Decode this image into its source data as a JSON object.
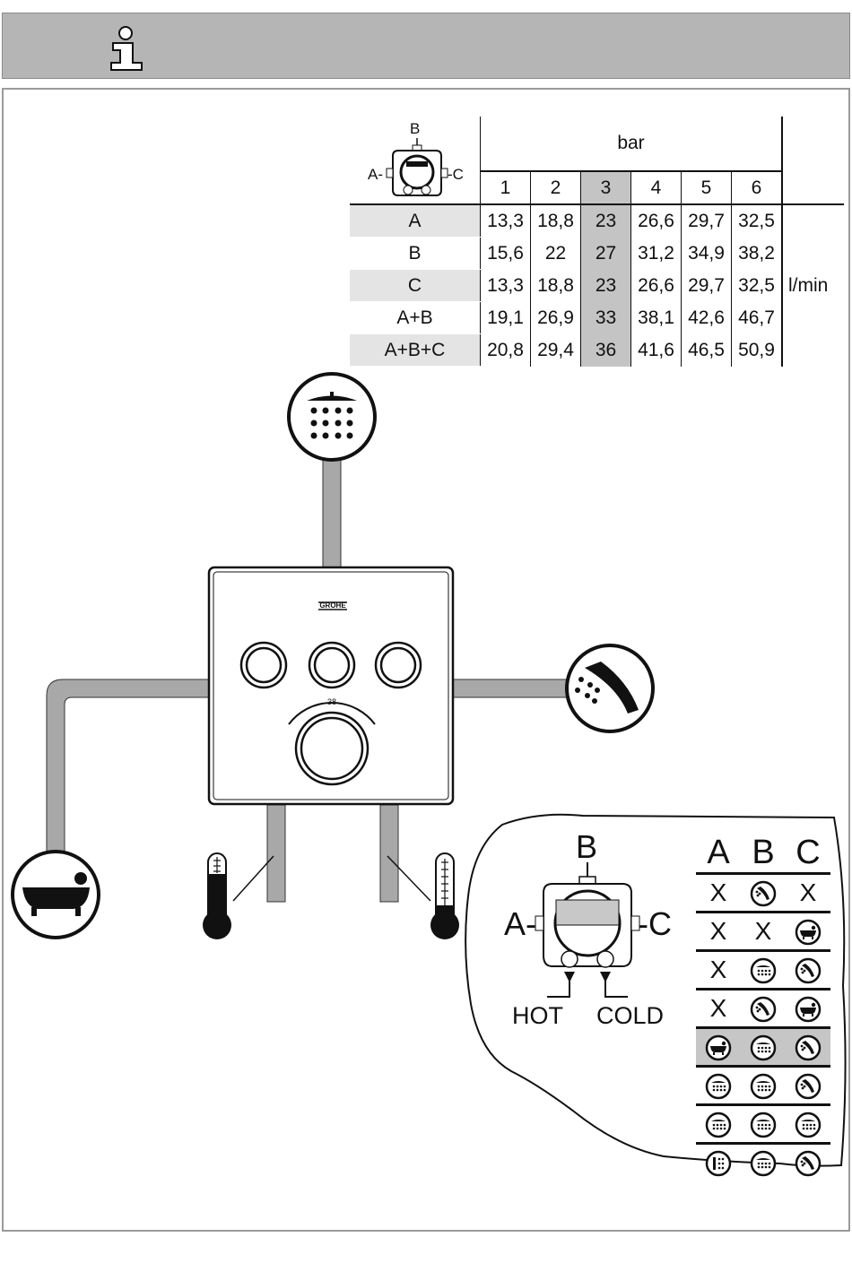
{
  "table": {
    "diagram_labels": {
      "top": "B",
      "left": "A-",
      "right": "-C"
    },
    "pressure_label": "bar",
    "pressures": [
      "1",
      "2",
      "3",
      "4",
      "5",
      "6"
    ],
    "unit": "l/min",
    "rows": [
      {
        "label": "A",
        "values": [
          "13,3",
          "18,8",
          "23",
          "26,6",
          "29,7",
          "32,5"
        ]
      },
      {
        "label": "B",
        "values": [
          "15,6",
          "22",
          "27",
          "31,2",
          "34,9",
          "38,2"
        ]
      },
      {
        "label": "C",
        "values": [
          "13,3",
          "18,8",
          "23",
          "26,6",
          "29,7",
          "32,5"
        ]
      },
      {
        "label": "A+B",
        "values": [
          "19,1",
          "26,9",
          "33",
          "38,1",
          "42,6",
          "46,7"
        ]
      },
      {
        "label": "A+B+C",
        "values": [
          "20,8",
          "29,4",
          "36",
          "41,6",
          "46,5",
          "50,9"
        ]
      }
    ]
  },
  "valve": {
    "brand": "GROHE",
    "temp_scale": "38"
  },
  "inset": {
    "label_b": "B",
    "label_a": "A-",
    "label_c": "-C",
    "hot": "HOT",
    "cold": "COLD",
    "headers": [
      "A",
      "B",
      "C"
    ],
    "x_mark": "X",
    "rows": [
      [
        "x",
        "hand",
        "x"
      ],
      [
        "x",
        "x",
        "bath"
      ],
      [
        "x",
        "head",
        "hand"
      ],
      [
        "x",
        "hand",
        "bath"
      ],
      [
        "bath",
        "head",
        "hand"
      ],
      [
        "head",
        "head",
        "hand"
      ],
      [
        "head",
        "head",
        "head"
      ],
      [
        "body",
        "head",
        "hand"
      ]
    ],
    "highlight_row": 4
  }
}
